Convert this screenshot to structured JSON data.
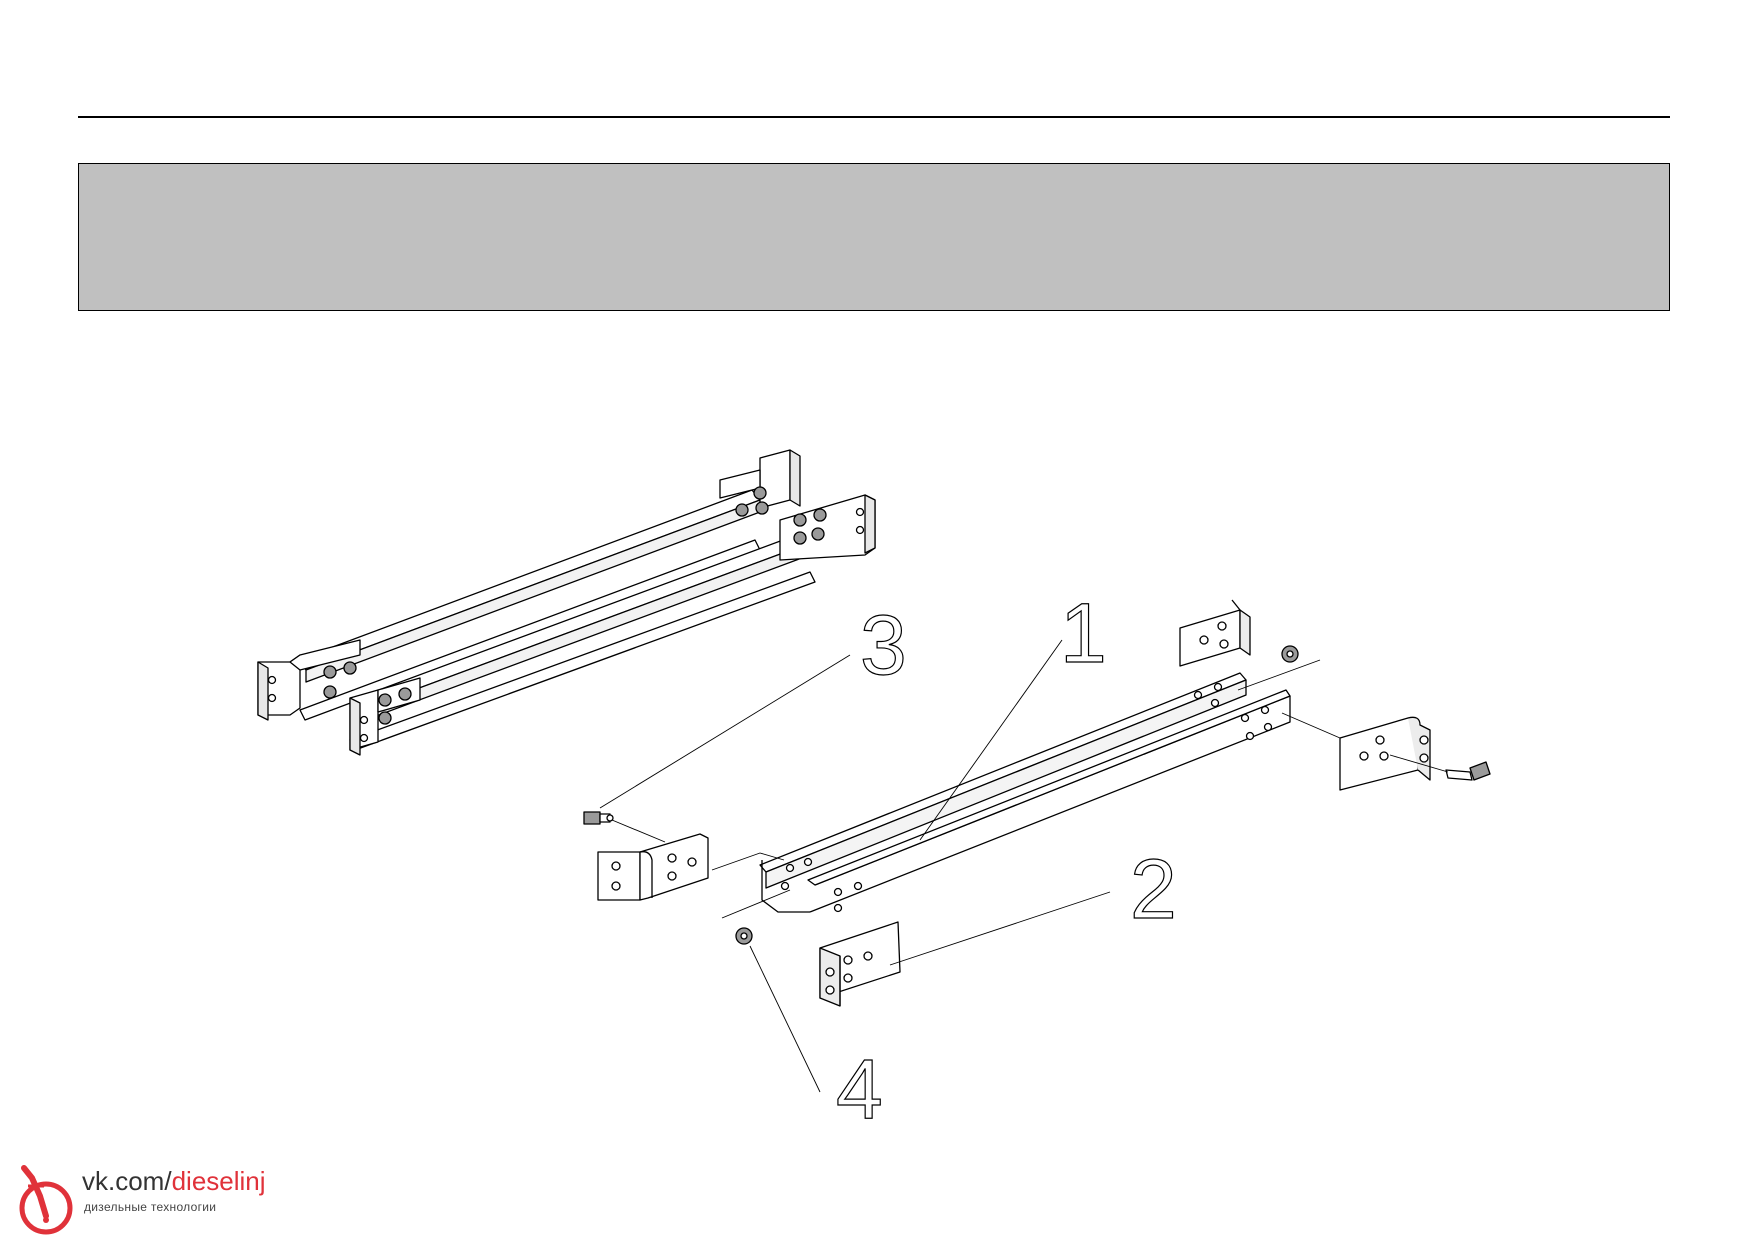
{
  "callouts": [
    {
      "id": "callout-1",
      "label": "1"
    },
    {
      "id": "callout-2",
      "label": "2"
    },
    {
      "id": "callout-3",
      "label": "3"
    },
    {
      "id": "callout-4",
      "label": "4"
    }
  ],
  "watermark": {
    "text_prefix": "vk.com/",
    "text_accent": "dieselinj",
    "subtitle": "дизельные технологии",
    "accent_color": "#e0323a"
  },
  "colors": {
    "band": "#c0c0c0",
    "line": "#000000",
    "nut_fill": "#9a9a9a"
  }
}
